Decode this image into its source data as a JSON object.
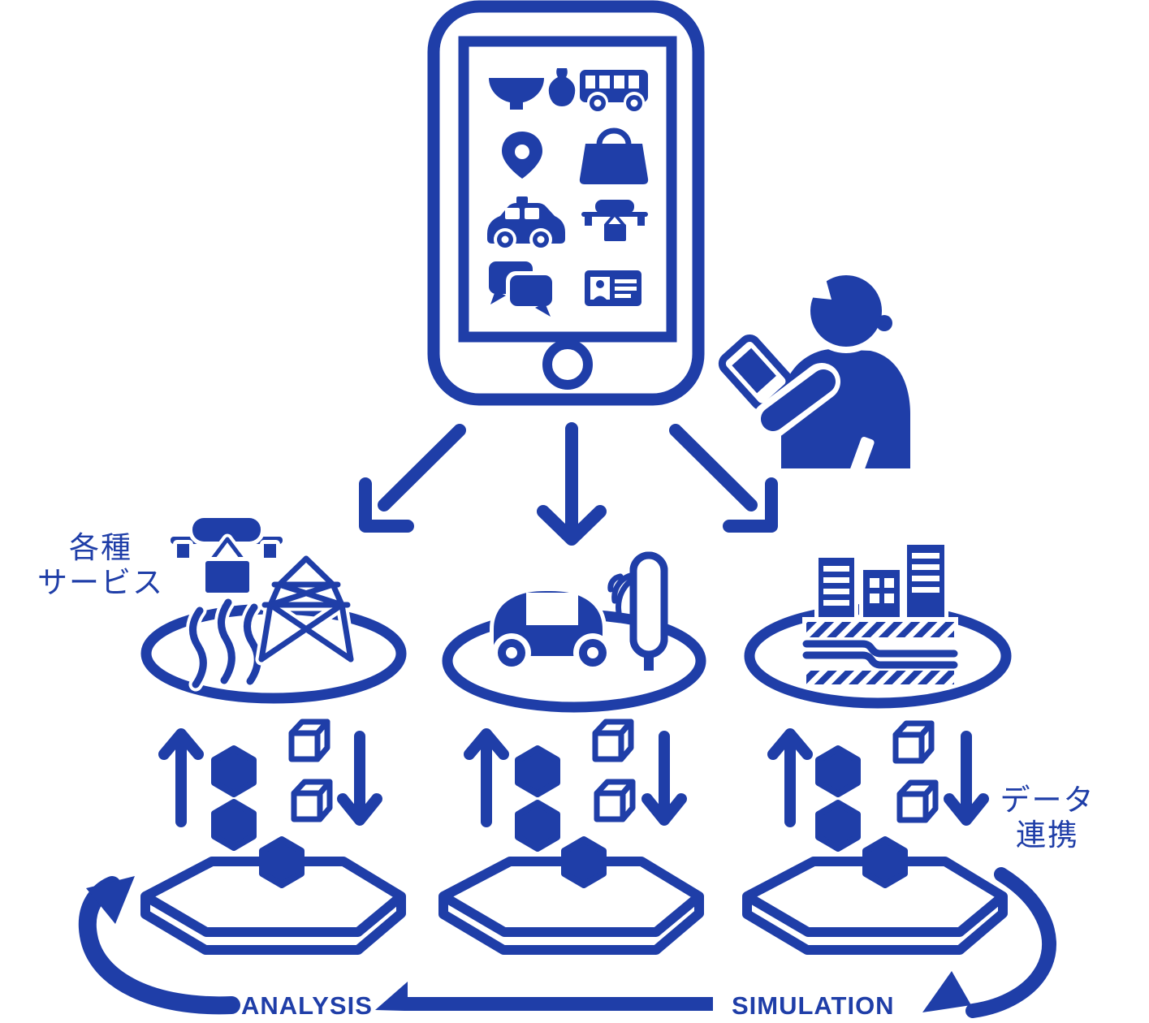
{
  "colors": {
    "accent": "#1F3EA8",
    "background": "#FFFFFF"
  },
  "labels": {
    "services": {
      "line1": "各種",
      "line2": "サービス"
    },
    "data_linkage": {
      "line1": "データ",
      "line2": "連携"
    },
    "cycle": {
      "analysis": "ANALYSIS",
      "simulation": "SIMULATION"
    }
  },
  "smartphone": {
    "app_icons": [
      "tableware-bowl-and-vase",
      "bus",
      "map-pin",
      "handbag",
      "taxi",
      "delivery-drone",
      "chat-bubbles",
      "id-card"
    ]
  },
  "user": {
    "description": "person holding smartphone"
  },
  "service_platforms": [
    {
      "id": "drone-river-powergrid",
      "icons": [
        "delivery-drone",
        "river",
        "power-pylon"
      ]
    },
    {
      "id": "connected-car",
      "icons": [
        "autonomous-car",
        "wireless-signal",
        "roadside-tree"
      ]
    },
    {
      "id": "city-infrastructure",
      "icons": [
        "buildings",
        "ground-strata"
      ]
    }
  ],
  "data_flow": {
    "columns": 3,
    "per_column": {
      "up_arrow": 1,
      "down_arrow": 1,
      "filled_cubes": 2,
      "outline_cubes": 2,
      "platform_cube": 1
    }
  },
  "digital_twin_platforms": 3
}
